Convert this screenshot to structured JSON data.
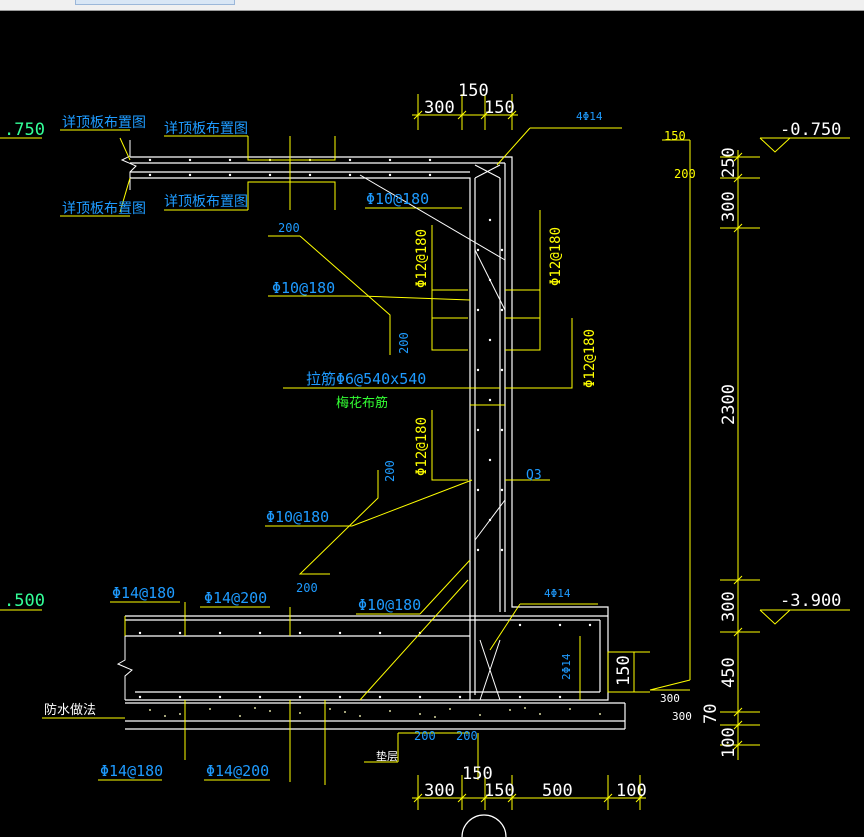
{
  "colors": {
    "background": "#000000",
    "dimension": "#ffff00",
    "dimension_text": "#ffffff",
    "rebar_label": "#1e9bff",
    "note_green": "#33ff33",
    "concrete": "#ffffff"
  },
  "dims": {
    "top_150": "150",
    "top_300": "300",
    "top_150b": "150",
    "bot_150": "150",
    "bot_300": "300",
    "bot_150b": "150",
    "bot_500": "500",
    "bot_100": "100",
    "right_250": "250",
    "right_300a": "300",
    "right_2300": "2300",
    "right_300b": "300",
    "right_450": "450",
    "right_70": "70",
    "right_100": "100"
  },
  "elevations": {
    "top": "-0.750",
    "bottom": "-3.900",
    "left_top": ".750",
    "left_bottom": ".500"
  },
  "labels": {
    "ref_slab_1": "详顶板布置图",
    "ref_slab_2": "详顶板布置图",
    "ref_slab_3": "详顶板布置图",
    "ref_slab_4": "详顶板布置图",
    "top_corner": "4Φ14",
    "bot_corner": "4Φ14",
    "wall_200_top": "200",
    "wall_150_top": "150",
    "phi10_180_a": "Φ10@180",
    "phi10_180_b": "Φ10@180",
    "phi10_180_c": "Φ10@180",
    "phi10_180_d": "Φ10@180",
    "phi12_180_a": "Φ12@180",
    "phi12_180_b": "Φ12@180",
    "phi12_180_c": "Φ12@180",
    "phi12_180_d": "Φ12@180",
    "n200_a": "200",
    "n200_b": "200",
    "n200_c": "200",
    "n200_d": "200",
    "n200_e": "200",
    "n200_f": "200",
    "tie_bar": "拉筋Φ6@540x540",
    "tie_layout": "梅花布筋",
    "wall_id": "Q3",
    "phi14_180_top": "Φ14@180",
    "phi14_200_top": "Φ14@200",
    "phi14_180_bot": "Φ14@180",
    "phi14_200_bot": "Φ14@200",
    "two_phi14": "2Φ14",
    "block_150": "150",
    "n300_a": "300",
    "n300_b": "300",
    "waterproof": "防水做法",
    "cushion": "垫层"
  }
}
